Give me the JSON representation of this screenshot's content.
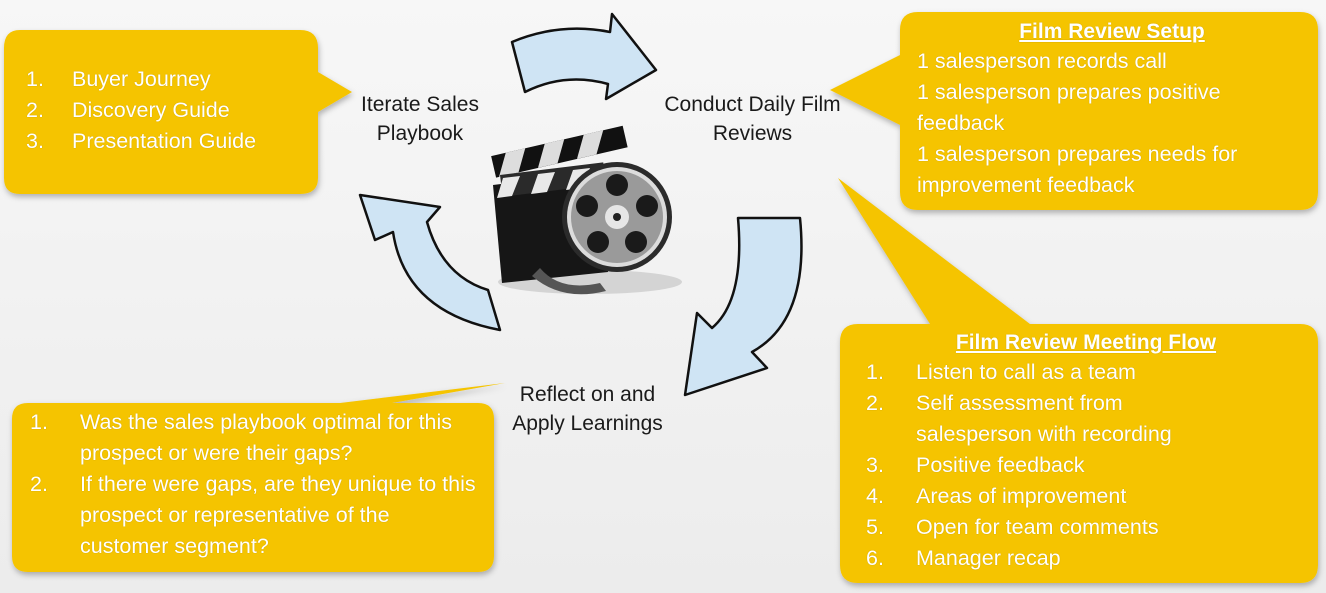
{
  "stages": {
    "iterate": "Iterate Sales Playbook",
    "conduct": "Conduct Daily Film Reviews",
    "reflect": "Reflect on and Apply Learnings"
  },
  "playbook_box": {
    "items": [
      {
        "num": "1.",
        "text": "Buyer Journey"
      },
      {
        "num": "2.",
        "text": "Discovery Guide"
      },
      {
        "num": "3.",
        "text": "Presentation Guide"
      }
    ]
  },
  "setup_box": {
    "title": "Film Review Setup",
    "lines": [
      "1 salesperson records call",
      "1 salesperson prepares positive feedback",
      "1 salesperson prepares needs for improvement feedback"
    ]
  },
  "meeting_box": {
    "title": "Film Review Meeting Flow",
    "items": [
      {
        "num": "1.",
        "text": "Listen to call as a team"
      },
      {
        "num": "2.",
        "text": "Self assessment from salesperson with recording"
      },
      {
        "num": "3.",
        "text": "Positive feedback"
      },
      {
        "num": "4.",
        "text": "Areas of improvement"
      },
      {
        "num": "5.",
        "text": "Open for team comments"
      },
      {
        "num": "6.",
        "text": "Manager recap"
      }
    ]
  },
  "reflect_box": {
    "items": [
      {
        "num": "1.",
        "text": "Was the sales playbook optimal for this prospect or were their gaps?"
      },
      {
        "num": "2.",
        "text": "If there were gaps, are they unique to this prospect or representative of the customer segment?"
      }
    ]
  },
  "colors": {
    "callout": "#f5c400",
    "arrow_fill": "#cfe4f4",
    "arrow_stroke": "#111111"
  },
  "icons": {
    "center": "film-clapperboard-reel-icon"
  }
}
